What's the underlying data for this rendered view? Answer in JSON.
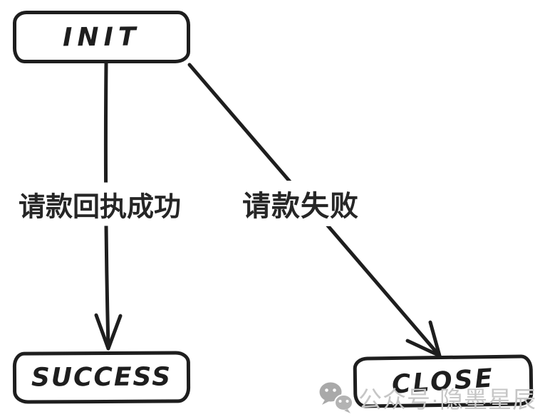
{
  "page": {
    "background": "#ffffff",
    "kind": "hand-drawn state diagram"
  },
  "diagram": {
    "nodes": [
      {
        "id": "init",
        "label": "INIT"
      },
      {
        "id": "success",
        "label": "SUCCESS"
      },
      {
        "id": "close",
        "label": "CLOSE"
      }
    ],
    "edges": [
      {
        "from": "INIT",
        "to": "SUCCESS",
        "label": "请款回执成功"
      },
      {
        "from": "INIT",
        "to": "CLOSE",
        "label": "请款失败"
      }
    ]
  },
  "watermark": {
    "icon": "wechat-icon",
    "text": "公众号·隐墨星辰"
  },
  "colors": {
    "stroke": "#1e1e1e",
    "node_fill": "#ffffff",
    "edge_label_text": "#262626",
    "watermark_text": "#c6c6c6",
    "watermark_icon": "#a9a9a9"
  }
}
